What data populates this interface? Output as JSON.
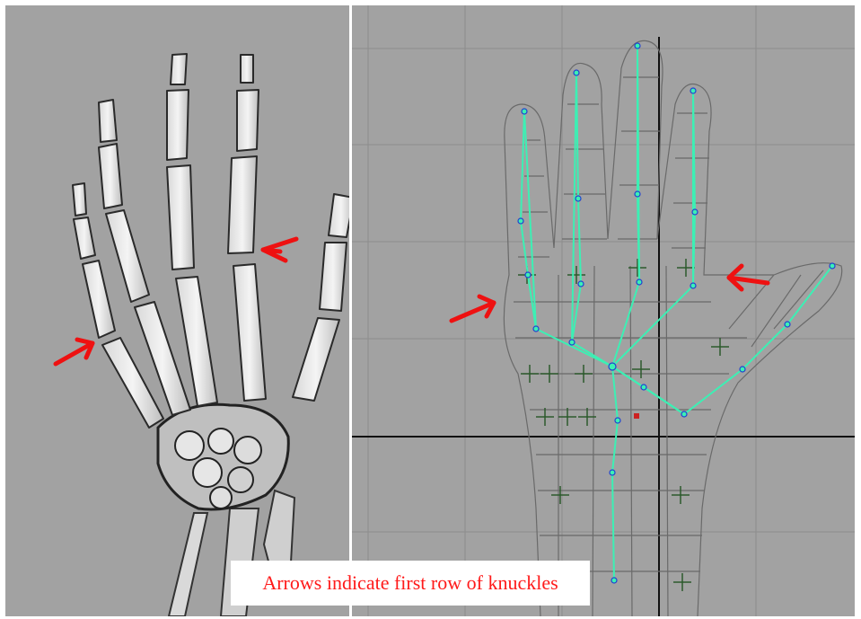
{
  "caption": {
    "text": "Arrows indicate first row of knuckles",
    "color": "#ff1a1a"
  },
  "left_image": {
    "description_icon": "skeleton-hand"
  },
  "right_image": {
    "description_icon": "wireframe-hand-rig"
  },
  "colors": {
    "viewport_background": "#a2a2a2",
    "arrow": "#ee1111",
    "bone": "#3cf0b4",
    "grid": "#8c8c8c",
    "axis": "#111111",
    "wire": "#6a6a6a"
  }
}
